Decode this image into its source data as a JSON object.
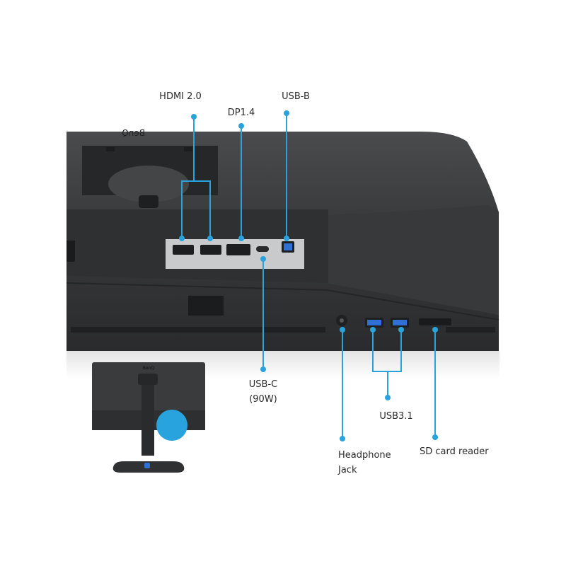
{
  "brand": "BenQ",
  "accent_color": "#29a3dd",
  "monitor_color": "#3a3b3d",
  "callouts": {
    "hdmi": "HDMI 2.0",
    "dp": "DP1.4",
    "usb_b": "USB-B",
    "usb_c_line1": "USB-C",
    "usb_c_line2": "(90W)",
    "usb31": "USB3.1",
    "headphone_line1": "Headphone",
    "headphone_line2": "Jack",
    "sd": "SD card reader"
  },
  "icons": {
    "callout_marker": "dot",
    "zoom_highlight": "circle"
  }
}
